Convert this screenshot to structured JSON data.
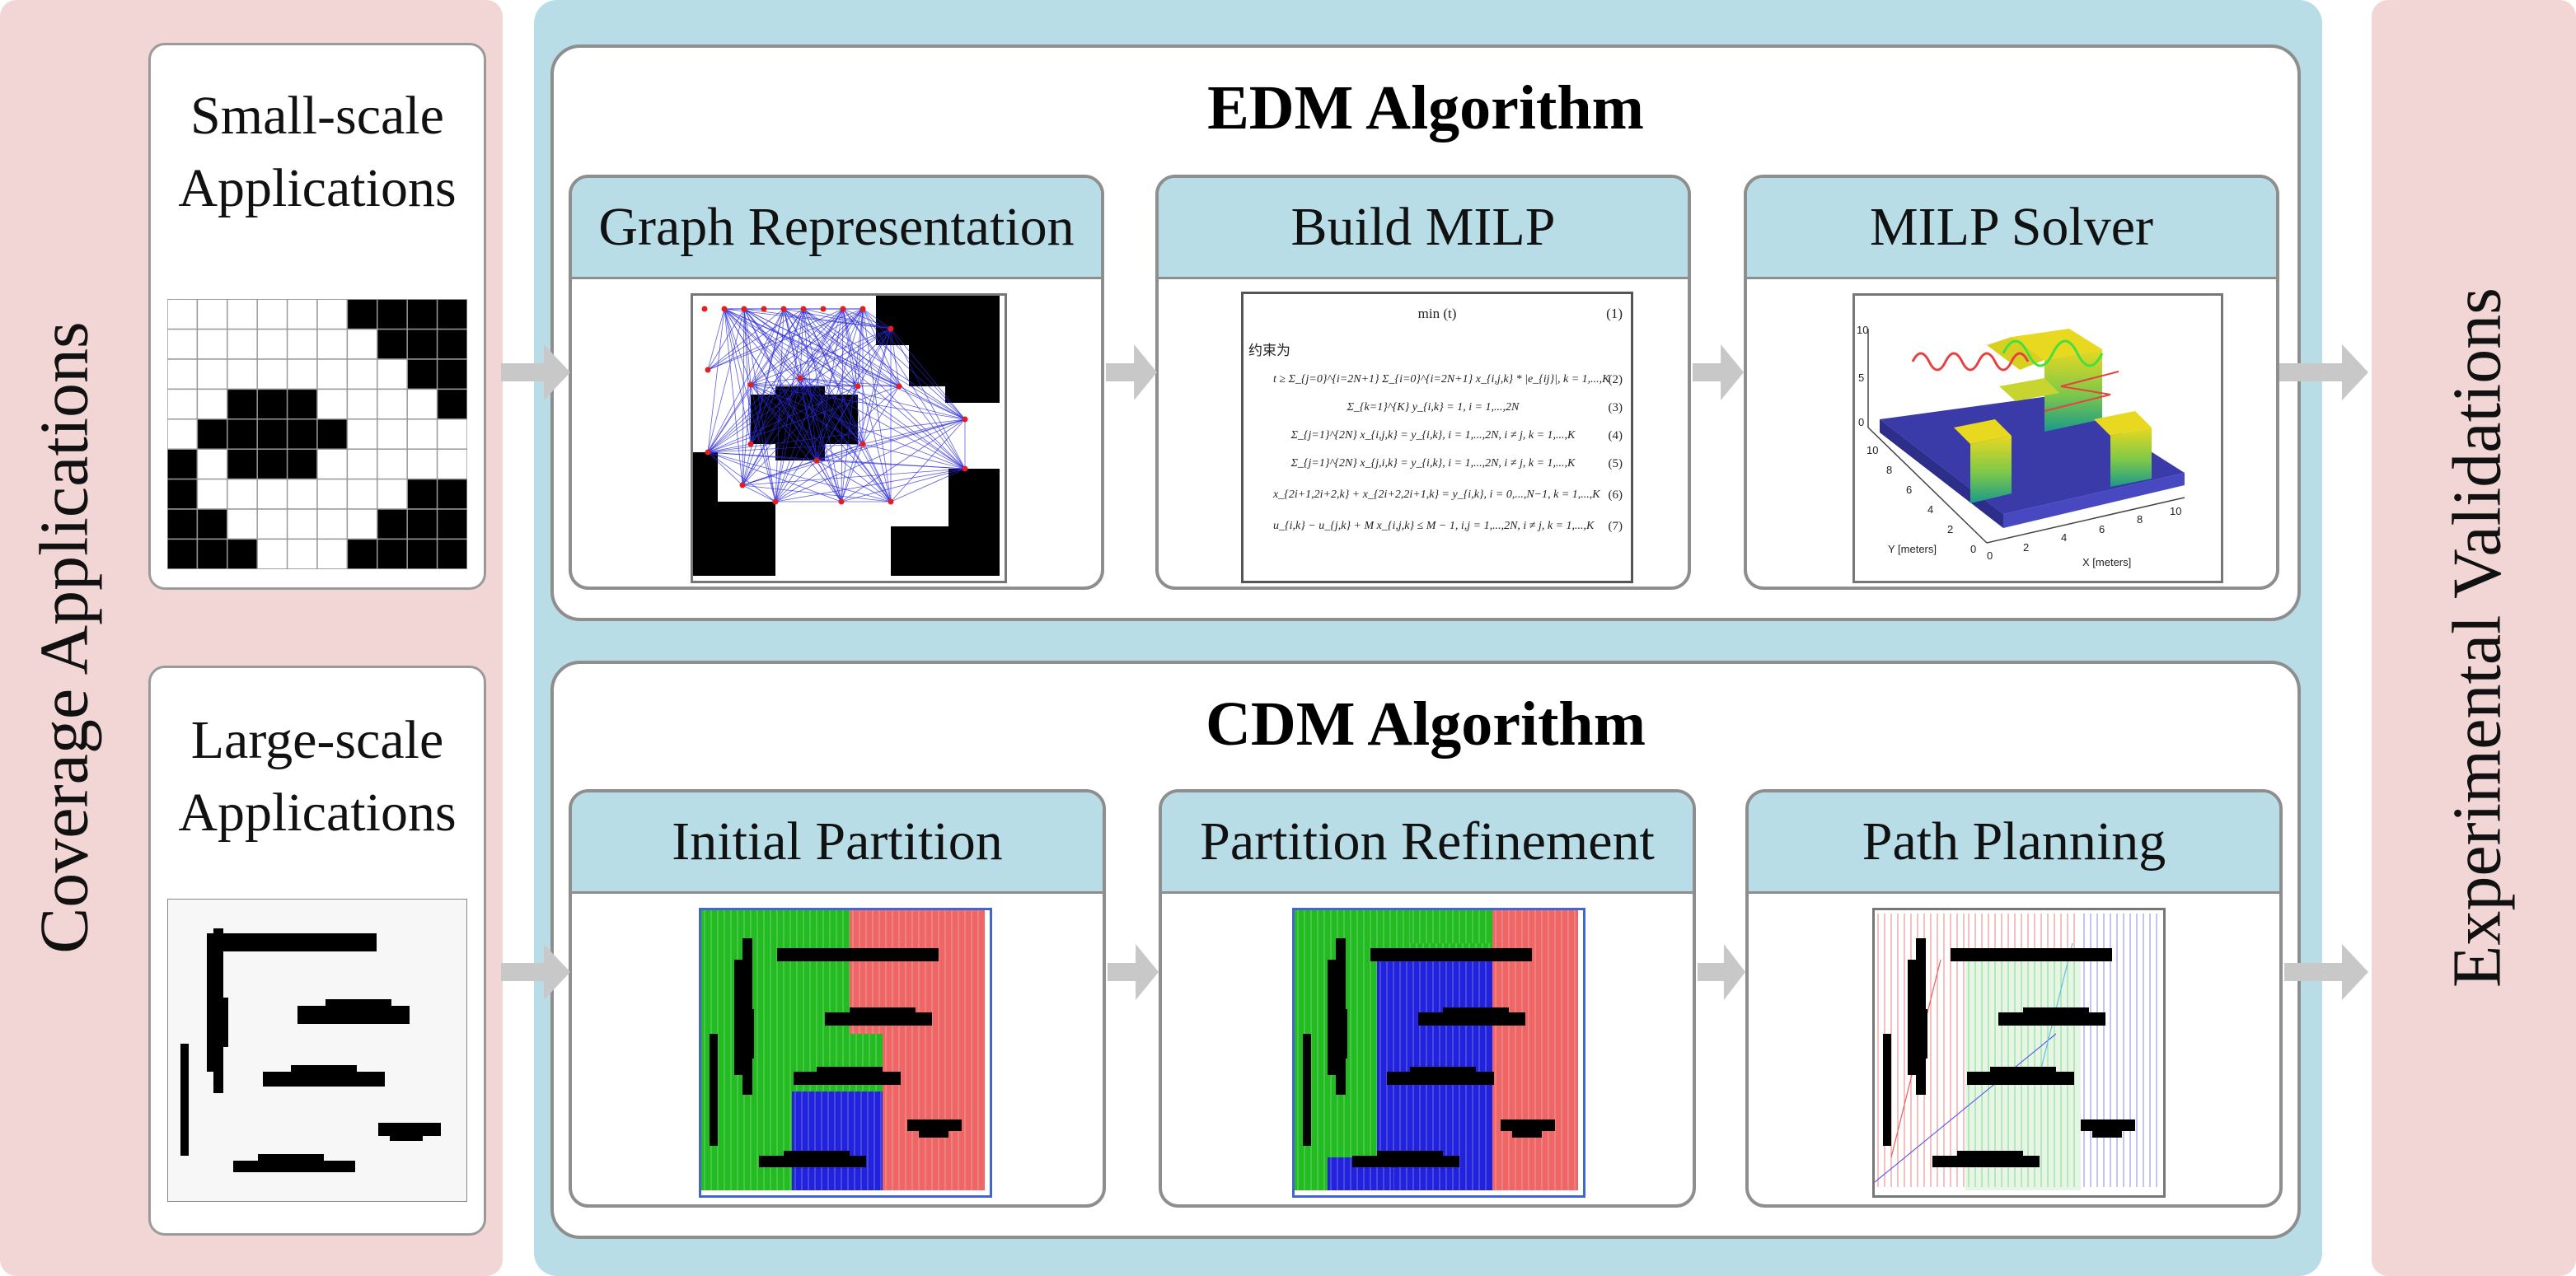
{
  "left_panel": {
    "label": "Coverage Applications"
  },
  "right_panel": {
    "label": "Experimental Validations"
  },
  "applications": [
    {
      "title": "Small-scale\nApplications"
    },
    {
      "title": "Large-scale\nApplications"
    }
  ],
  "edm": {
    "title": "EDM Algorithm",
    "steps": [
      {
        "title": "Graph Representation"
      },
      {
        "title": "Build MILP"
      },
      {
        "title": "MILP Solver"
      }
    ]
  },
  "cdm": {
    "title": "CDM Algorithm",
    "steps": [
      {
        "title": "Initial Partition"
      },
      {
        "title": "Partition Refinement"
      },
      {
        "title": "Path Planning"
      }
    ]
  },
  "milp": {
    "objective": "min (t)",
    "subject_to": "约束为",
    "equations": [
      {
        "text": "t ≥ Σ_{j=0}^{i=2N+1} Σ_{i=0}^{i=2N+1} x_{i,j,k} * |e_{ij}|, k = 1,...,K",
        "num": "(2)"
      },
      {
        "text": "Σ_{k=1}^{K} y_{i,k} = 1, i = 1,...,2N",
        "num": "(3)"
      },
      {
        "text": "Σ_{j=1}^{2N} x_{i,j,k} = y_{i,k}, i = 1,...,2N, i ≠ j, k = 1,...,K",
        "num": "(4)"
      },
      {
        "text": "Σ_{j=1}^{2N} x_{j,i,k} = y_{i,k}, i = 1,...,2N, i ≠ j, k = 1,...,K",
        "num": "(5)"
      },
      {
        "text": "x_{2i+1,2i+2,k} + x_{2i+2,2i+1,k} = y_{i,k}, i = 0,...,N−1, k = 1,...,K",
        "num": "(6)"
      },
      {
        "text": "u_{i,k} − u_{j,k} + M x_{i,j,k} ≤ M − 1, i,j = 1,...,2N, i ≠ j, k = 1,...,K",
        "num": "(7)"
      }
    ],
    "objective_num": "(1)"
  },
  "solver_plot": {
    "ylabel": "Y [meters]",
    "xlabel": "X [meters]",
    "z_ticks": [
      "10",
      "5",
      "0"
    ],
    "y_ticks": [
      "10",
      "8",
      "6",
      "4",
      "2",
      "0"
    ],
    "x_ticks": [
      "0",
      "2",
      "4",
      "6",
      "8",
      "10"
    ]
  },
  "colors": {
    "pink_panel": "#f2d5d5",
    "blue_panel": "#b8dde7",
    "partition_green": "#22bb22",
    "partition_blue": "#2222dd",
    "partition_red": "#ee6666",
    "arrow_gray": "#c8c8c8"
  }
}
